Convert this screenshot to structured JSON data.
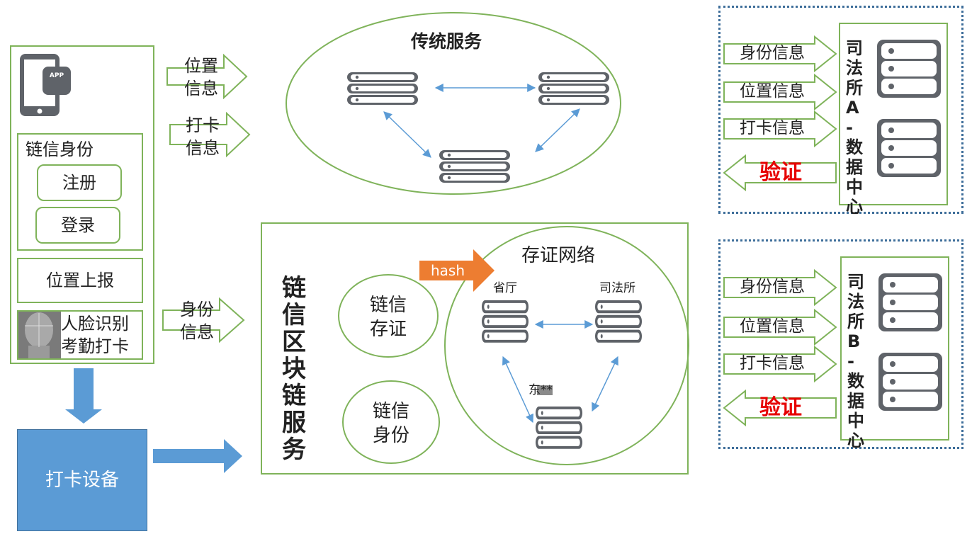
{
  "phone": {
    "app_badge": "APP",
    "chain_identity_title": "链信身份",
    "register_label": "注册",
    "login_label": "登录",
    "location_report_label": "位置上报",
    "face_line1": "人脸识别",
    "face_line2": "考勤打卡"
  },
  "arrows_left": {
    "location_l1": "位置",
    "location_l2": "信息",
    "checkin_l1": "打卡",
    "checkin_l2": "信息",
    "identity_l1": "身份",
    "identity_l2": "信息"
  },
  "traditional": {
    "title": "传统服务"
  },
  "blockchain": {
    "vertical_title": "链信区块链服务",
    "deposit_l1": "链信",
    "deposit_l2": "存证",
    "identity_l1": "链信",
    "identity_l2": "身份",
    "hash_label": "hash",
    "network_title": "存证网络",
    "node_province": "省厅",
    "node_justice": "司法所",
    "node_third": "东**"
  },
  "device": {
    "label": "打卡设备"
  },
  "datacenter_a": {
    "title": "司法所A-数据中心",
    "identity": "身份信息",
    "location": "位置信息",
    "checkin": "打卡信息",
    "verify": "验证"
  },
  "datacenter_b": {
    "title": "司法所B-数据中心",
    "identity": "身份信息",
    "location": "位置信息",
    "checkin": "打卡信息",
    "verify": "验证"
  },
  "colors": {
    "green_border": "#7fb35a",
    "server_gray": "#5f6369",
    "blue_fill": "#5b9bd5",
    "hash_orange": "#ed7d31",
    "verify_red": "#e60000",
    "dotted_blue": "#3e6e9a"
  }
}
